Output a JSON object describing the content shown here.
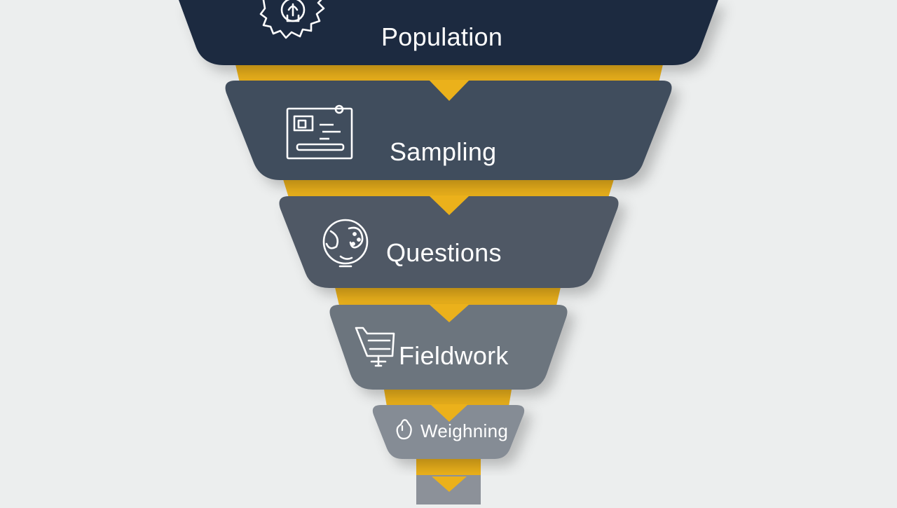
{
  "funnel": {
    "stages": [
      {
        "label": "Population",
        "icon": "gear-lightbulb-icon"
      },
      {
        "label": "Sampling",
        "icon": "presentation-board-icon"
      },
      {
        "label": "Questions",
        "icon": "globe-icon"
      },
      {
        "label": "Fieldwork",
        "icon": "cart-easel-icon"
      },
      {
        "label": "Weighning",
        "icon": "hand-icon"
      }
    ]
  },
  "colors": {
    "background": "#eceeee",
    "accent_yellow": "#ebb11b",
    "stage_1": "#1d2b40",
    "stage_2": "#414d5d",
    "stage_3": "#4f5865",
    "stage_4": "#6c747e",
    "stage_5": "#858c95",
    "stem": "#8c9199",
    "text": "#ffffff"
  }
}
